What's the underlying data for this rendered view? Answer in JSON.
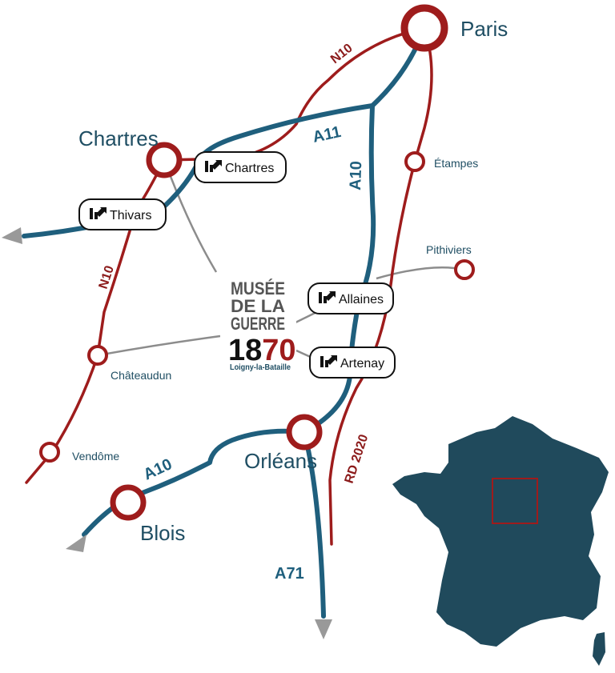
{
  "colors": {
    "motorway": "#1f5f7d",
    "national_road": "#9e1c1c",
    "connector": "#8c8c8c",
    "city_ring": "#9e1c1c",
    "label": "#1f4e63",
    "france_fill": "#204a5c",
    "highlight_box": "#9e1c1c"
  },
  "cities": {
    "paris": "Paris",
    "chartres": "Chartres",
    "orleans": "Orléans",
    "blois": "Blois",
    "etampes": "Étampes",
    "pithiviers": "Pithiviers",
    "chateaudun": "Châteaudun",
    "vendome": "Vendôme"
  },
  "roads": {
    "n10_top": "N10",
    "n10_left": "N10",
    "a11": "A11",
    "a10_right": "A10",
    "a10_left": "A10",
    "rd2020": "RD 2020",
    "a71": "A71"
  },
  "exits": {
    "chartres": "Chartres",
    "thivars": "Thivars",
    "allaines": "Allaines",
    "artenay": "Artenay"
  },
  "exit_icon": "motorway-exit-icon",
  "museum": {
    "line1": "MUSÉE",
    "line2": "DE LA",
    "line3": "GUERRE",
    "year_a": "18",
    "year_b": "70",
    "place": "Loigny-la-Bataille"
  },
  "inset": {
    "country": "france-map",
    "highlight": "region-highlight-box"
  }
}
